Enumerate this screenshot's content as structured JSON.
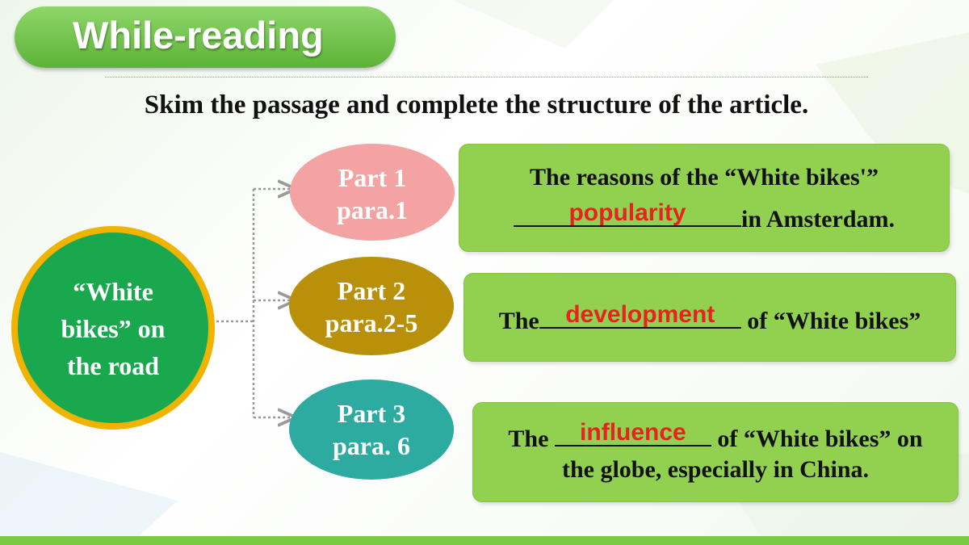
{
  "header": {
    "title": "While-reading"
  },
  "instruction": "Skim the passage and complete the structure of the article.",
  "center": {
    "line1": "“White",
    "line2": "bikes” on",
    "line3": "the road"
  },
  "parts": [
    {
      "line1": "Part 1",
      "line2": "para.1",
      "color": "#f4a3a3"
    },
    {
      "line1": "Part 2",
      "line2": "para.2-5",
      "color": "#b8900a"
    },
    {
      "line1": "Part 3",
      "line2": "para. 6",
      "color": "#2eaba0"
    }
  ],
  "boxes": [
    {
      "line1": "The reasons of the  “White bikes'”",
      "answer": "popularity",
      "after": "in Amsterdam."
    },
    {
      "before": "The",
      "answer": "development",
      "after": " of “White bikes”"
    },
    {
      "before": "The ",
      "answer": "influence",
      "after": " of “White bikes”  on",
      "line2": "the globe, especially in China."
    }
  ],
  "colors": {
    "answer": "#e8221f",
    "box": "#92d050",
    "title": "#5cb337",
    "center_ring": "#f0b400",
    "center_fill": "#1aa84f"
  }
}
